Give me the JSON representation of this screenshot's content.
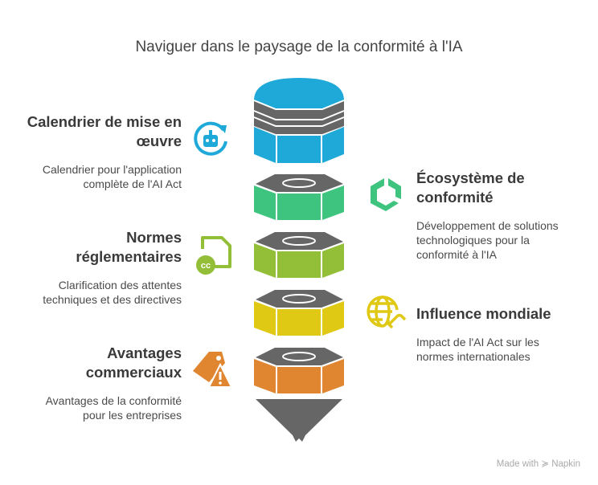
{
  "title": "Naviguer dans le paysage de la conformité à l'IA",
  "items": [
    {
      "title": "Calendrier de mise en œuvre",
      "description": "Calendrier pour l'application complète de l'AI Act",
      "color": "#1fa9d9",
      "icon": "robot-refresh-icon"
    },
    {
      "title": "Écosystème de conformité",
      "description": "Développement de solutions technologiques pour la conformité à l'IA",
      "color": "#3fc47f",
      "icon": "hexagon-ring-icon"
    },
    {
      "title": "Normes réglementaires",
      "description": "Clarification des attentes techniques et des directives",
      "color": "#93bf38",
      "icon": "document-cc-icon"
    },
    {
      "title": "Influence mondiale",
      "description": "Impact de l'AI Act sur les normes internationales",
      "color": "#e0c915",
      "icon": "globe-link-icon"
    },
    {
      "title": "Avantages commerciaux",
      "description": "Avantages de la conformité pour les entreprises",
      "color": "#e08530",
      "icon": "tag-warning-icon"
    }
  ],
  "footer": "Made with ≽ Napkin"
}
